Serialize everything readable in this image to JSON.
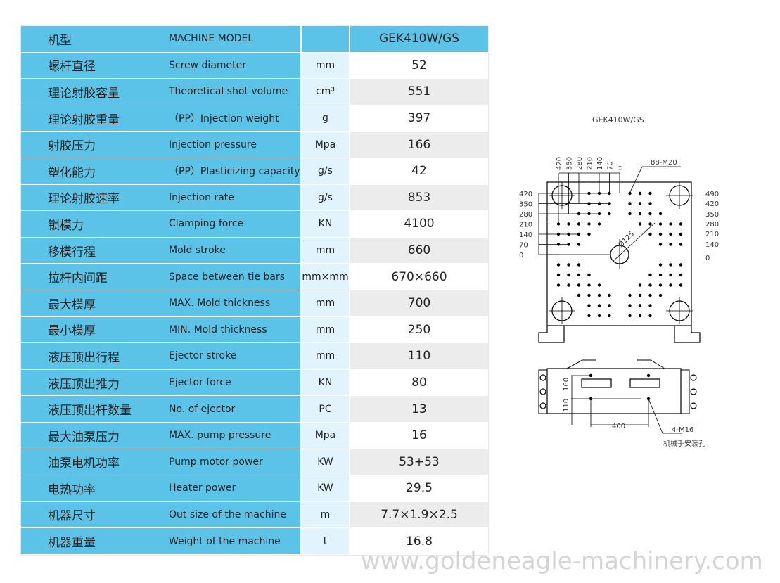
{
  "table": {
    "header": {
      "cn": "机型",
      "en": "MACHINE MODEL",
      "unit": "",
      "value": "GEK410W/GS"
    },
    "rows": [
      {
        "cn": "螺杆直径",
        "en": "Screw diameter",
        "unit": "mm",
        "value": "52"
      },
      {
        "cn": "理论射胶容量",
        "en": "Theoretical shot volume",
        "unit": "cm³",
        "value": "551"
      },
      {
        "cn": "理论射胶重量",
        "en": "（PP）Injection weight",
        "unit": "g",
        "value": "397"
      },
      {
        "cn": "射胶压力",
        "en": "Injection pressure",
        "unit": "Mpa",
        "value": "166"
      },
      {
        "cn": "塑化能力",
        "en": "（PP）Plasticizing capacity",
        "unit": "g/s",
        "value": "42"
      },
      {
        "cn": "理论射胶速率",
        "en": "Injection rate",
        "unit": "g/s",
        "value": "853"
      },
      {
        "cn": "锁模力",
        "en": "Clamping force",
        "unit": "KN",
        "value": "4100"
      },
      {
        "cn": "移模行程",
        "en": " Mold stroke",
        "unit": "mm",
        "value": "660"
      },
      {
        "cn": "拉杆内间距",
        "en": "Space between tie bars",
        "unit": "mm×mm",
        "value": "670×660"
      },
      {
        "cn": "最大模厚",
        "en": " MAX. Mold thickness",
        "unit": "mm",
        "value": "700"
      },
      {
        "cn": "最小模厚",
        "en": "MIN. Mold thickness",
        "unit": "mm",
        "value": "250"
      },
      {
        "cn": "液压顶出行程",
        "en": "Ejector stroke",
        "unit": "mm",
        "value": "110"
      },
      {
        "cn": "液压顶出推力",
        "en": "Ejector force",
        "unit": "KN",
        "value": "80"
      },
      {
        "cn": "液压顶出杆数量",
        "en": "No. of ejector",
        "unit": "PC",
        "value": "13"
      },
      {
        "cn": "最大油泵压力",
        "en": "MAX. pump pressure",
        "unit": "Mpa",
        "value": "16"
      },
      {
        "cn": "油泵电机功率",
        "en": "Pump motor power",
        "unit": "KW",
        "value": "53+53"
      },
      {
        "cn": "电热功率",
        "en": "Heater power",
        "unit": "KW",
        "value": "29.5"
      },
      {
        "cn": "机器尺寸",
        "en": " Out size of the machine",
        "unit": "m",
        "value": "7.7×1.9×2.5"
      },
      {
        "cn": "机器重量",
        "en": "Weight of the machine",
        "unit": "t",
        "value": "16.8"
      }
    ]
  },
  "drawing": {
    "title": "GEK410W/GS",
    "top_dims": [
      "420",
      "350",
      "280",
      "210",
      "140",
      "70",
      "0"
    ],
    "left_dims": [
      "420",
      "350",
      "280",
      "210",
      "140",
      "70",
      "0"
    ],
    "right_dims": [
      "490",
      "420",
      "350",
      "280",
      "210",
      "140",
      "0"
    ],
    "holes_label": "88-M20",
    "center_label": "Ø125",
    "ejector_dims": {
      "v1": "160",
      "v2": "110",
      "h": "400"
    },
    "robot_holes_label": "4-M16",
    "robot_holes_caption": "机械手安装孔"
  },
  "watermark": "www.goldeneagle-machinery.com"
}
